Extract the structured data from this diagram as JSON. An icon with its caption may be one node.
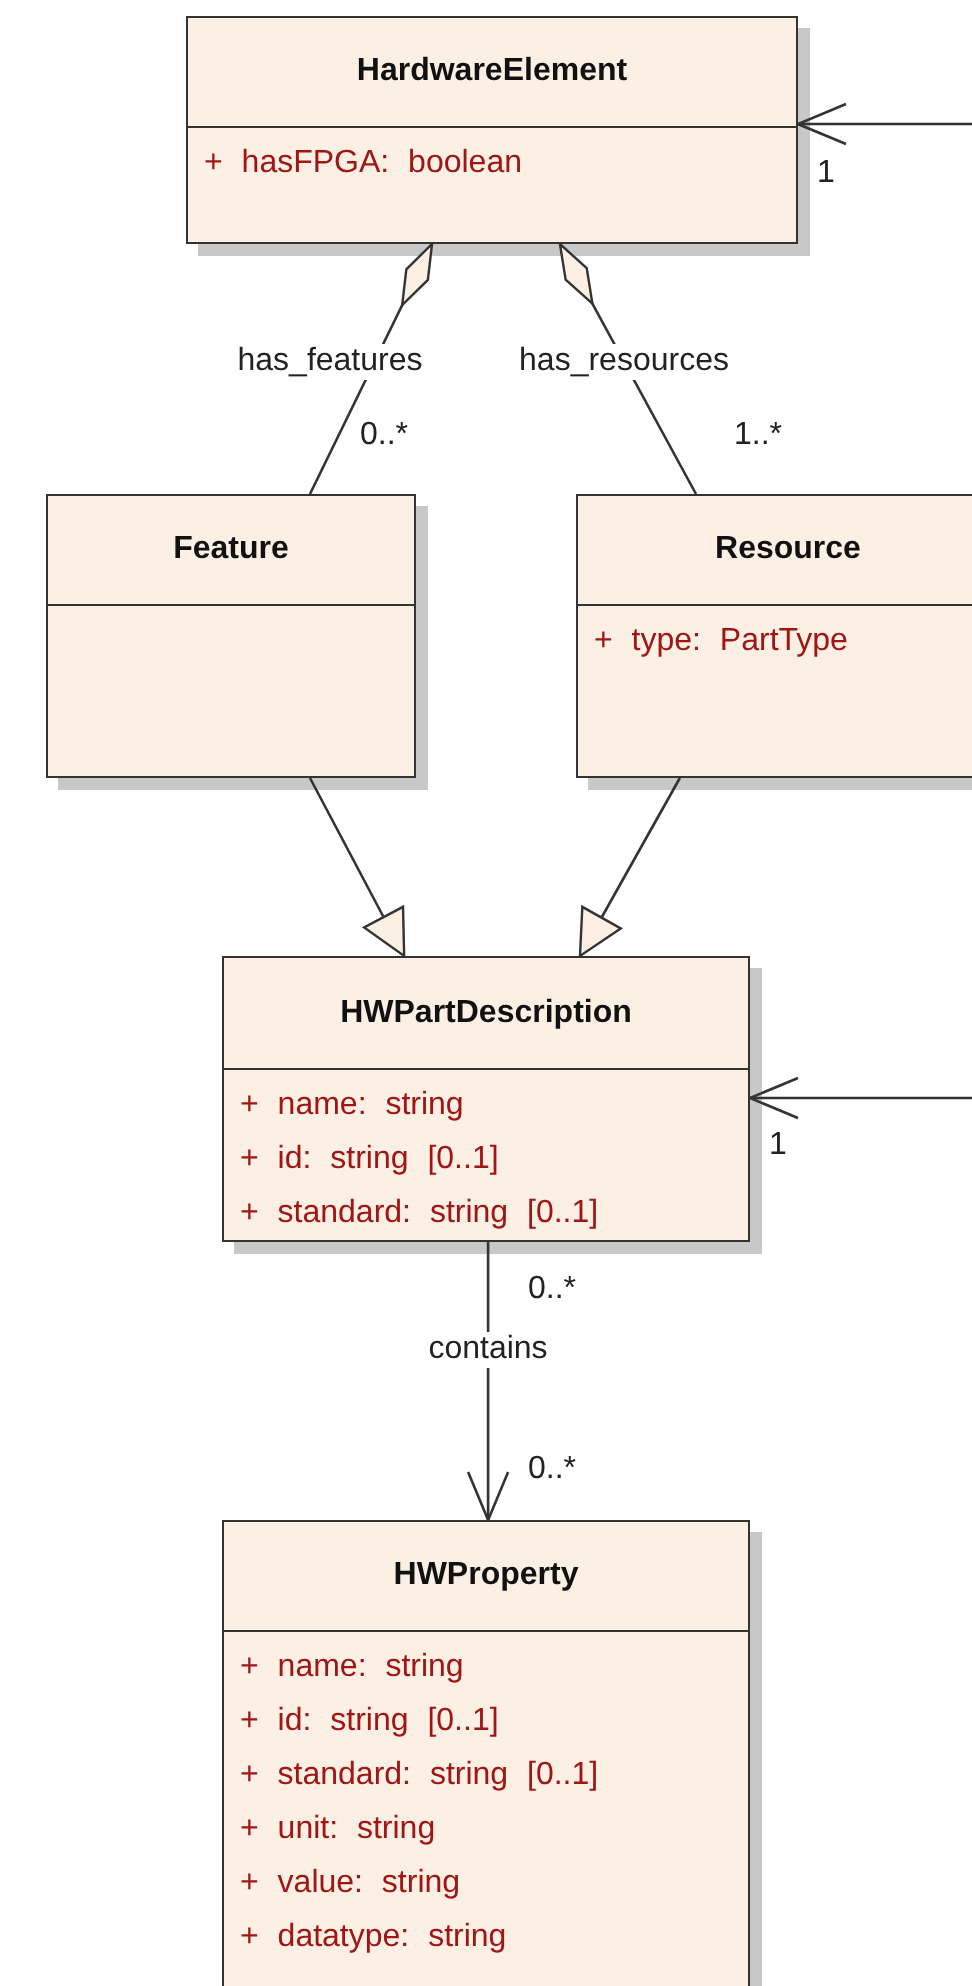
{
  "diagram": {
    "nodes": [
      {
        "text": [
          "HardwareElement",
          "+ hasFPGA: boolean"
        ],
        "beside": [
          "1"
        ]
      },
      {
        "text": [
          "Feature"
        ]
      },
      {
        "text": [
          "Resource",
          "+ type: PartType"
        ]
      },
      {
        "text": [
          "HWPartDescription",
          "+ name: string",
          "+ id: string [0..1]",
          "+ standard: string [0..1]"
        ],
        "beside": [
          "1"
        ]
      },
      {
        "text": [
          "HWProperty",
          "+ name: string",
          "+ id: string [0..1]",
          "+ standard: string [0..1]",
          "+ unit: string",
          "+ value: string",
          "+ datatype: string"
        ]
      }
    ],
    "edges": [
      {
        "from": 1,
        "to": 0,
        "arrow": "other",
        "label": "has_features"
      },
      {
        "from": 2,
        "to": 0,
        "arrow": "other",
        "label": "has_resources"
      },
      {
        "from": 1,
        "to": 3,
        "arrow": "to"
      },
      {
        "from": 2,
        "to": 3,
        "arrow": "to"
      },
      {
        "from": 3,
        "to": 4,
        "arrow": "to",
        "label": "contains"
      },
      {
        "from": null,
        "to": 0,
        "arrow": "to"
      },
      {
        "from": null,
        "to": 3,
        "arrow": "to"
      }
    ],
    "labels": [
      "0..*",
      "1..*",
      "0..*",
      "0..*"
    ]
  }
}
